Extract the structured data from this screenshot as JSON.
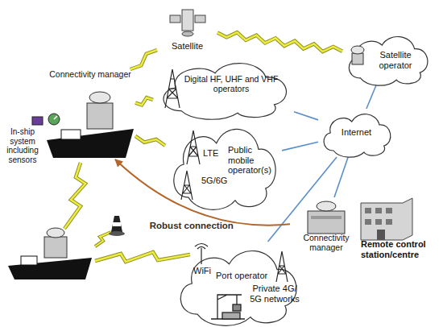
{
  "diagram": {
    "nodes": [
      {
        "text": [
          "Satellite"
        ]
      },
      {
        "text": [
          "Satellite operator"
        ]
      },
      {
        "text": [
          "Connectivity manager",
          "In-ship system including sensors"
        ]
      },
      {
        "text": [
          "Digital HF, UHF and VHF operators"
        ]
      },
      {
        "text": [
          "Internet"
        ]
      },
      {
        "text": [
          "LTE",
          "5G/6G",
          "Public mobile operator(s)"
        ]
      },
      {
        "text": [
          "Connectivity manager",
          "Remote control station/centre"
        ]
      },
      {
        "text": [
          "WiFi",
          "Port operator",
          "Private 4G/ 5G networks"
        ]
      }
    ],
    "edges": [
      {
        "from": 0,
        "to": 2,
        "arrow": "none"
      },
      {
        "from": 0,
        "to": 1,
        "arrow": "none"
      },
      {
        "from": 2,
        "to": 3,
        "arrow": "none"
      },
      {
        "from": 2,
        "to": 5,
        "arrow": "none"
      },
      {
        "from": 1,
        "to": 4,
        "arrow": "none"
      },
      {
        "from": 3,
        "to": 4,
        "arrow": "none"
      },
      {
        "from": 5,
        "to": 4,
        "arrow": "none"
      },
      {
        "from": 4,
        "to": 6,
        "arrow": "none"
      },
      {
        "from": 7,
        "to": 4,
        "arrow": "none"
      },
      {
        "from": 6,
        "to": 2,
        "label": "Robust connection",
        "arrow": "to"
      }
    ]
  }
}
